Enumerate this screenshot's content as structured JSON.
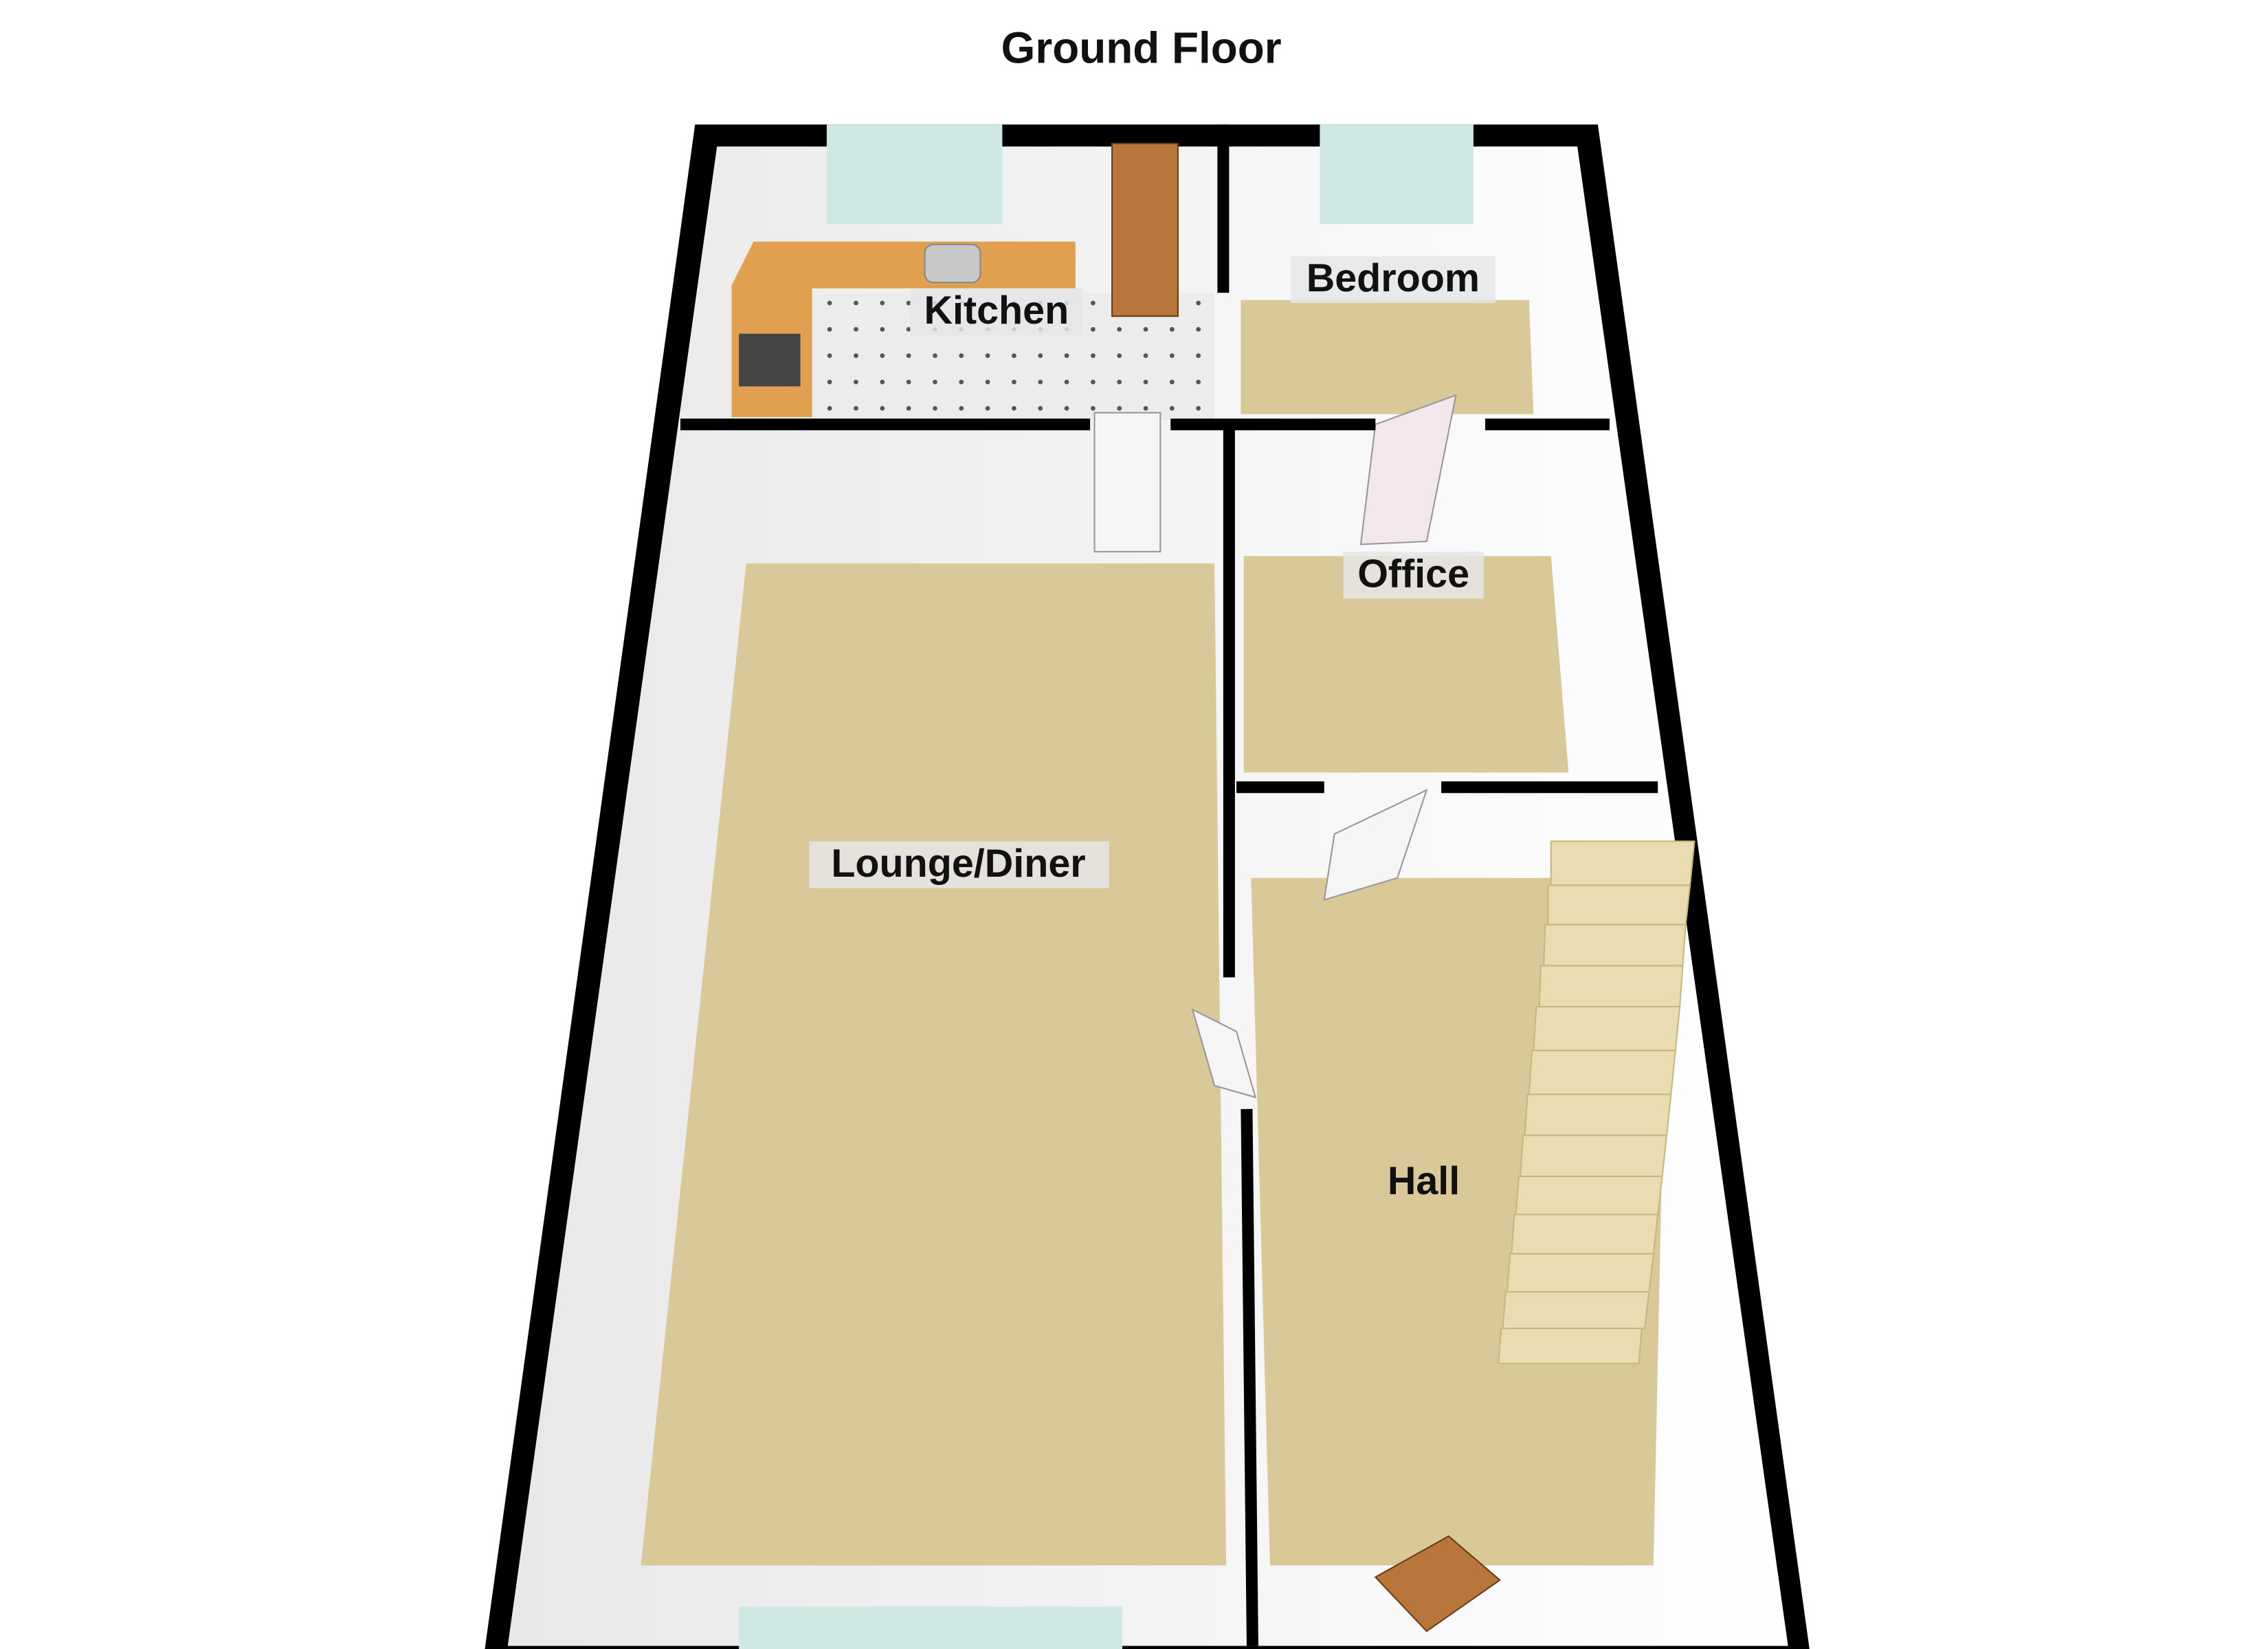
{
  "title": "Ground Floor",
  "rooms": {
    "kitchen": "Kitchen",
    "bedroom": "Bedroom",
    "office": "Office",
    "lounge": "Lounge/Diner",
    "hall": "Hall"
  },
  "colors": {
    "wall": "#000000",
    "wall_face": "#ffffff",
    "carpet": "#d9c898",
    "kitchen_worktop": "#e0a050",
    "kitchen_floor": "#ececec",
    "window": "#cfe8e4",
    "door_wood": "#b8763a"
  }
}
